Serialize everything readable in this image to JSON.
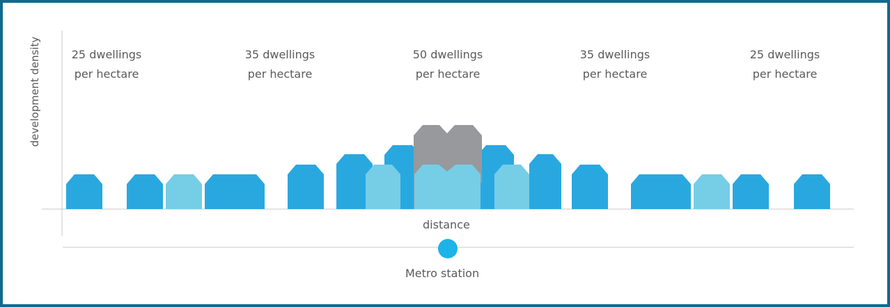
{
  "diagram": {
    "y_axis_label": "development density",
    "x_axis_label": "distance",
    "station_label": "Metro station",
    "zones": [
      {
        "line1": "25 dwellings",
        "line2": "per hectare"
      },
      {
        "line1": "35 dwellings",
        "line2": "per hectare"
      },
      {
        "line1": "50 dwellings",
        "line2": "per hectare"
      },
      {
        "line1": "35 dwellings",
        "line2": "per hectare"
      },
      {
        "line1": "25 dwellings",
        "line2": "per hectare"
      }
    ],
    "colors": {
      "frame": "#0e6a8e",
      "house_dark": "#29a8e0",
      "house_light": "#76cde6",
      "house_grey": "#97999c",
      "station": "#1cb3e8",
      "axis": "#c8c8c8"
    }
  }
}
